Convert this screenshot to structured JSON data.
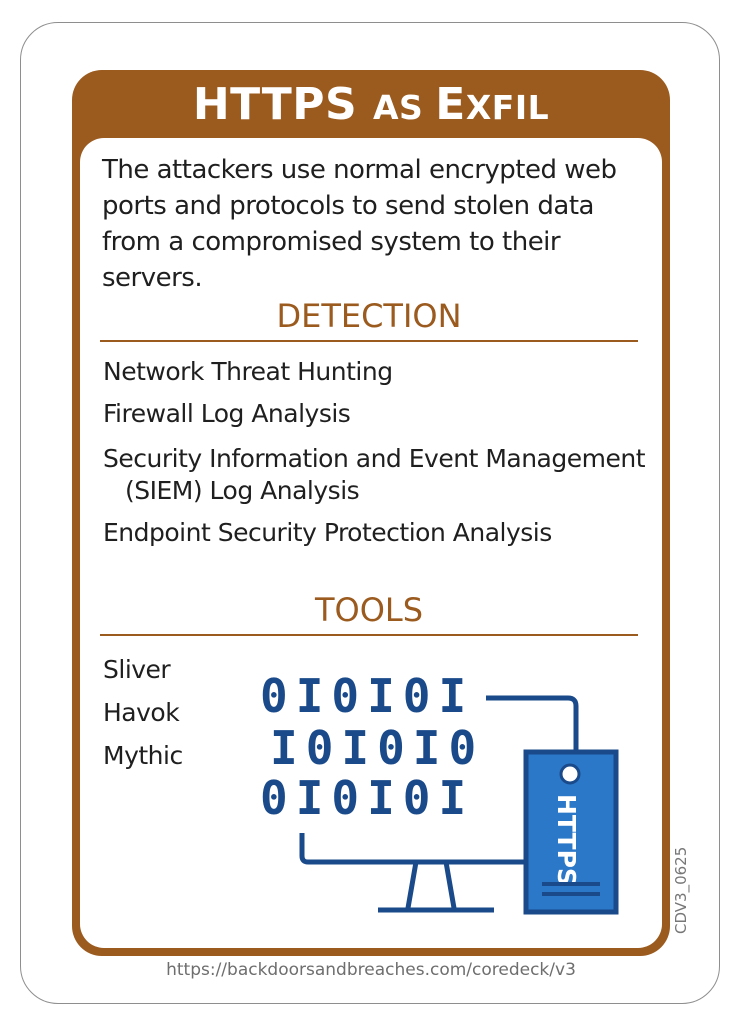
{
  "card": {
    "title_main": "HTTPS ",
    "title_small_a": "AS ",
    "title_big_e": "E",
    "title_small_xfil": "XFIL",
    "description": "The attackers use normal encrypted web ports and protocols to send stolen data from a compromised system to their servers.",
    "detection": {
      "heading": "DETECTION",
      "items": [
        "Network Threat Hunting",
        "Firewall Log Analysis",
        "Security Information and Event Management",
        "(SIEM) Log Analysis",
        "Endpoint Security Protection Analysis"
      ]
    },
    "tools": {
      "heading": "TOOLS",
      "items": [
        "Sliver",
        "Havok",
        "Mythic"
      ]
    },
    "illustration": {
      "binary_rows": [
        "0I0I0I",
        "I0I0I0",
        "0I0I0I"
      ],
      "server_label": "HTTPS"
    },
    "card_code": "CDV3_0625",
    "url": "https://backdoorsandbreaches.com/coredeck/v3"
  },
  "colors": {
    "brown": "#9b5a1e",
    "blue_dark": "#1a4a8a",
    "blue_light": "#2b78c9"
  }
}
